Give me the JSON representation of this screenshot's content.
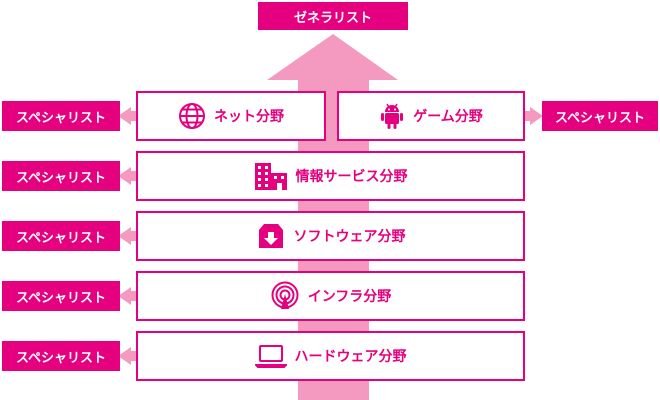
{
  "top_label": "ゼネラリスト",
  "specialist_label": "スペシャリスト",
  "fields": {
    "net": {
      "label": "ネット分野",
      "icon": "globe-icon"
    },
    "game": {
      "label": "ゲーム分野",
      "icon": "android-icon"
    },
    "info": {
      "label": "情報サービス分野",
      "icon": "building-icon"
    },
    "software": {
      "label": "ソフトウェア分野",
      "icon": "download-box-icon"
    },
    "infra": {
      "label": "インフラ分野",
      "icon": "broadcast-icon"
    },
    "hardware": {
      "label": "ハードウェア分野",
      "icon": "laptop-icon"
    }
  },
  "colors": {
    "primary": "#e4007f",
    "arrow": "#f49ac1"
  }
}
